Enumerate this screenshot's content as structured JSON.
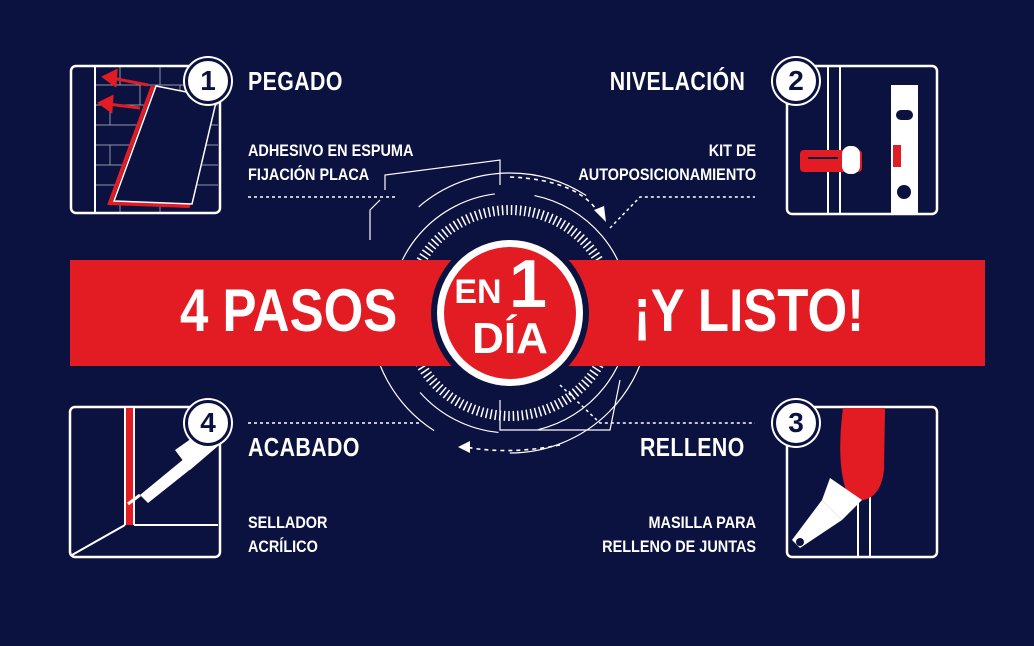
{
  "banner": {
    "left_text": "4 PASOS",
    "right_text": "¡Y LISTO!",
    "badge_top": "EN",
    "badge_digit": "1",
    "badge_bottom": "DÍA"
  },
  "steps": [
    {
      "number": "1",
      "title": "PEGADO",
      "desc": [
        "ADHESIVO EN ESPUMA",
        "FIJACIÓN PLACA"
      ]
    },
    {
      "number": "2",
      "title": "NIVELACIÓN",
      "desc": [
        "KIT DE",
        "AUTOPOSICIONAMIENTO"
      ]
    },
    {
      "number": "3",
      "title": "RELLENO",
      "desc": [
        "MASILLA PARA",
        "RELLENO DE JUNTAS"
      ]
    },
    {
      "number": "4",
      "title": "ACABADO",
      "desc": [
        "SELLADOR",
        "ACRÍLICO"
      ]
    }
  ],
  "colors": {
    "background": "#0c1240",
    "accent": "#e31c24",
    "line": "#ffffff"
  },
  "icons": [
    "brick-wall-panel-icon",
    "level-tool-icon",
    "putty-knife-icon",
    "caulk-gun-icon"
  ]
}
